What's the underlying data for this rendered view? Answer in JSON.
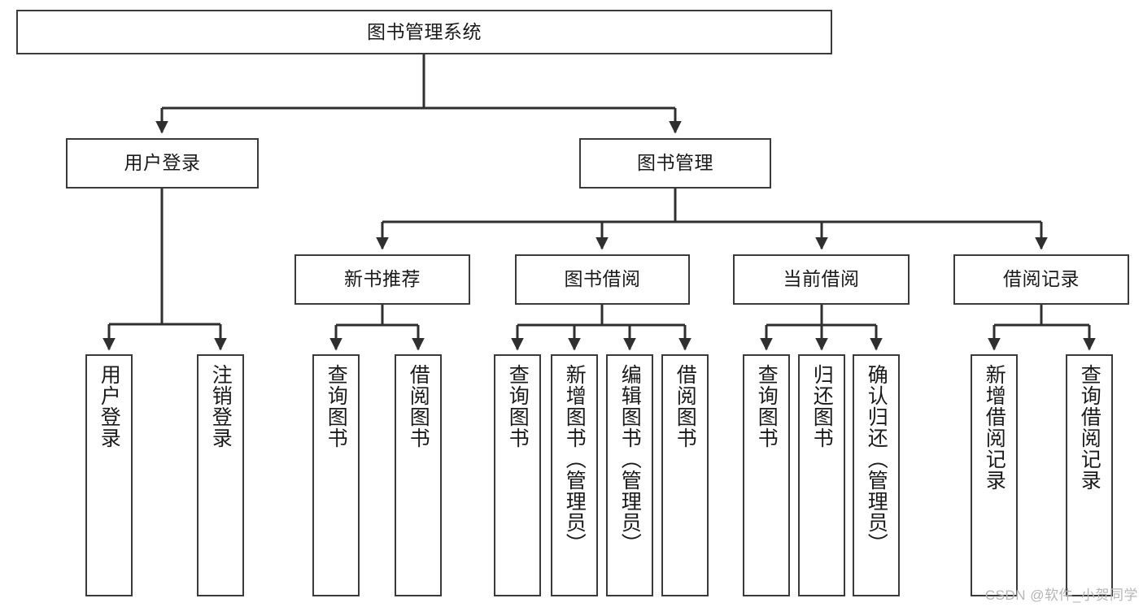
{
  "diagram": {
    "title": "图书管理系统",
    "type": "tree-hierarchy",
    "watermark": "CSDN @软件_小贺同学",
    "colors": {
      "background": "#ffffff",
      "box_border": "#3a3a3a",
      "text": "#1a1a1a",
      "connector": "#2f2f2f",
      "watermark": "#b6b6b6"
    }
  },
  "nodes": {
    "root": {
      "label": "图书管理系统"
    },
    "level2": [
      {
        "label": "用户登录"
      },
      {
        "label": "图书管理"
      }
    ],
    "level3": [
      {
        "label": "新书推荐"
      },
      {
        "label": "图书借阅"
      },
      {
        "label": "当前借阅"
      },
      {
        "label": "借阅记录"
      }
    ],
    "leaves": {
      "user_login": [
        {
          "label": "用户登录"
        },
        {
          "label": "注销登录"
        }
      ],
      "new_book_recommend": [
        {
          "label": "查询图书"
        },
        {
          "label": "借阅图书"
        }
      ],
      "book_borrow": [
        {
          "label": "查询图书"
        },
        {
          "label": "新增图书（管理员）"
        },
        {
          "label": "编辑图书（管理员）"
        },
        {
          "label": "借阅图书"
        }
      ],
      "current_borrow": [
        {
          "label": "查询图书"
        },
        {
          "label": "归还图书"
        },
        {
          "label": "确认归还（管理员）"
        }
      ],
      "borrow_record": [
        {
          "label": "新增借阅记录"
        },
        {
          "label": "查询借阅记录"
        }
      ]
    }
  }
}
